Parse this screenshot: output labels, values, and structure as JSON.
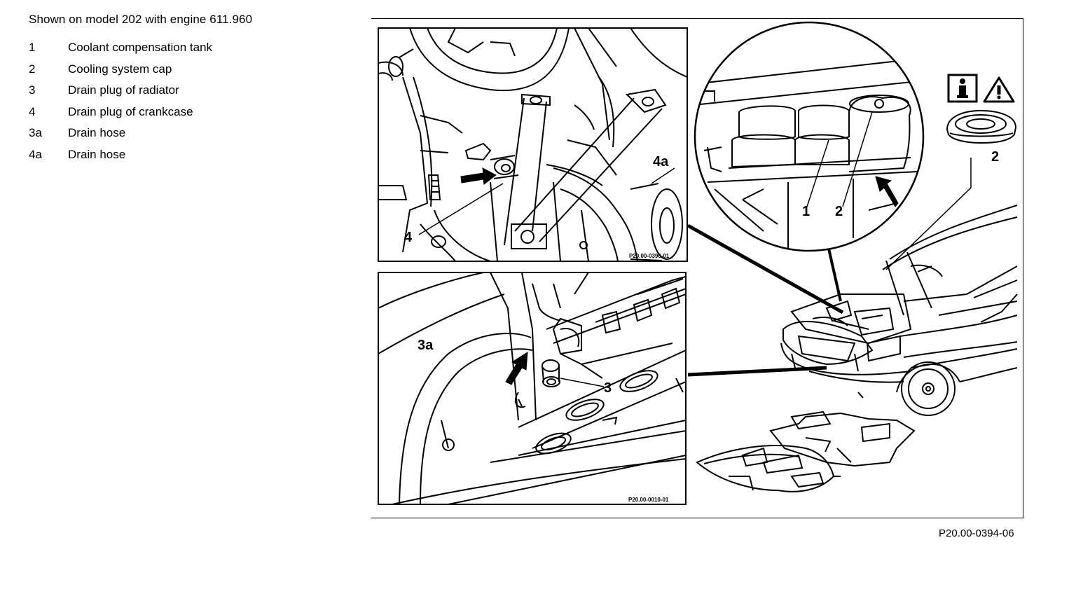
{
  "caption": "Shown on model 202 with engine 611.960",
  "legend": [
    {
      "key": "1",
      "label": "Coolant compensation tank"
    },
    {
      "key": "2",
      "label": "Cooling system cap"
    },
    {
      "key": "3",
      "label": "Drain plug of radiator"
    },
    {
      "key": "4",
      "label": "Drain plug of crankcase"
    },
    {
      "key": "3a",
      "label": "Drain hose"
    },
    {
      "key": "4a",
      "label": "Drain hose"
    }
  ],
  "figure": {
    "reference": "P20.00-0394-06",
    "panel_top": {
      "ref": "P20.00-0396-01",
      "callouts": [
        "4",
        "4a"
      ]
    },
    "panel_bottom": {
      "ref": "P20.00-0010-01",
      "callouts": [
        "3a",
        "3"
      ]
    },
    "circle_detail": {
      "callouts": [
        "1",
        "2"
      ]
    },
    "symbol_callout": "2",
    "symbols": [
      "info-icon",
      "warning-icon"
    ]
  }
}
